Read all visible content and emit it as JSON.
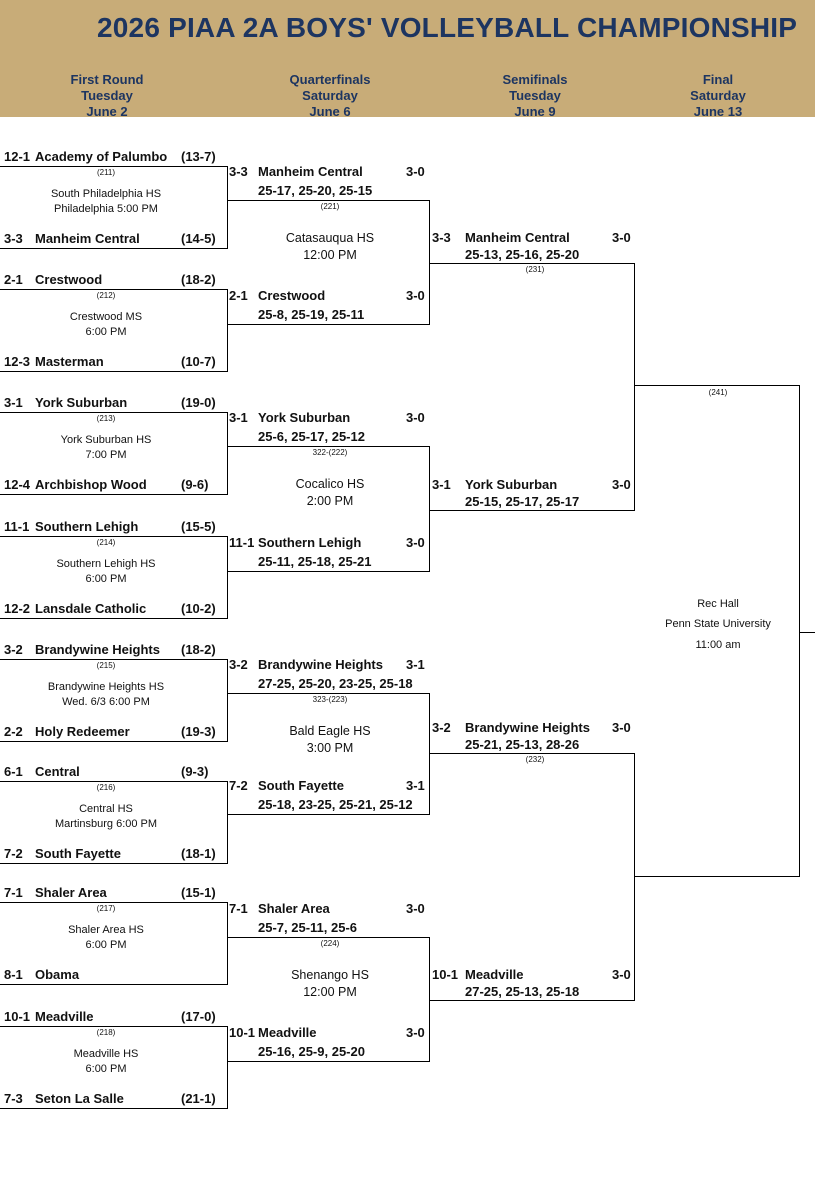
{
  "title": "2026 PIAA 2A BOYS' VOLLEYBALL CHAMPIONSHIP",
  "rounds": [
    {
      "name": "First Round",
      "day": "Tuesday",
      "date": "June 2"
    },
    {
      "name": "Quarterfinals",
      "day": "Saturday",
      "date": "June 6"
    },
    {
      "name": "Semifinals",
      "day": "Tuesday",
      "date": "June 9"
    },
    {
      "name": "Final",
      "day": "Saturday",
      "date": "June 13"
    }
  ],
  "first_round": [
    {
      "game": "(211)",
      "top": {
        "seed": "12-1",
        "name": "Academy of Palumbo",
        "record": "(13-7)"
      },
      "bottom": {
        "seed": "3-3",
        "name": "Manheim Central",
        "record": "(14-5)"
      },
      "venue1": "South Philadelphia HS",
      "venue2": "Philadelphia 5:00 PM"
    },
    {
      "game": "(212)",
      "top": {
        "seed": "2-1",
        "name": "Crestwood",
        "record": "(18-2)"
      },
      "bottom": {
        "seed": "12-3",
        "name": "Masterman",
        "record": "(10-7)"
      },
      "venue1": "Crestwood MS",
      "venue2": "6:00 PM"
    },
    {
      "game": "(213)",
      "top": {
        "seed": "3-1",
        "name": "York Suburban",
        "record": "(19-0)"
      },
      "bottom": {
        "seed": "12-4",
        "name": "Archbishop Wood",
        "record": "(9-6)"
      },
      "venue1": "York Suburban HS",
      "venue2": "7:00 PM"
    },
    {
      "game": "(214)",
      "top": {
        "seed": "11-1",
        "name": "Southern Lehigh",
        "record": "(15-5)"
      },
      "bottom": {
        "seed": "12-2",
        "name": "Lansdale Catholic",
        "record": "(10-2)"
      },
      "venue1": "Southern Lehigh HS",
      "venue2": "6:00 PM"
    },
    {
      "game": "(215)",
      "top": {
        "seed": "3-2",
        "name": "Brandywine Heights",
        "record": "(18-2)"
      },
      "bottom": {
        "seed": "2-2",
        "name": "Holy Redeemer",
        "record": "(19-3)"
      },
      "venue1": "Brandywine Heights HS",
      "venue2": "Wed. 6/3 6:00 PM"
    },
    {
      "game": "(216)",
      "top": {
        "seed": "6-1",
        "name": "Central",
        "record": "(9-3)"
      },
      "bottom": {
        "seed": "7-2",
        "name": "South Fayette",
        "record": "(18-1)"
      },
      "venue1": "Central HS",
      "venue2": "Martinsburg 6:00 PM"
    },
    {
      "game": "(217)",
      "top": {
        "seed": "7-1",
        "name": "Shaler Area",
        "record": "(15-1)"
      },
      "bottom": {
        "seed": "8-1",
        "name": "Obama",
        "record": ""
      },
      "venue1": "Shaler Area HS",
      "venue2": "6:00 PM"
    },
    {
      "game": "(218)",
      "top": {
        "seed": "10-1",
        "name": "Meadville",
        "record": "(17-0)"
      },
      "bottom": {
        "seed": "7-3",
        "name": "Seton La Salle",
        "record": "(21-1)"
      },
      "venue1": "Meadville HS",
      "venue2": "6:00 PM"
    }
  ],
  "quarterfinal_teams": [
    {
      "seed": "3-3",
      "name": "Manheim Central",
      "result": "3-0",
      "scores": "25-17, 25-20, 25-15"
    },
    {
      "seed": "2-1",
      "name": "Crestwood",
      "result": "3-0",
      "scores": "25-8, 25-19, 25-11"
    },
    {
      "seed": "3-1",
      "name": "York Suburban",
      "result": "3-0",
      "scores": "25-6, 25-17, 25-12"
    },
    {
      "seed": "11-1",
      "name": "Southern Lehigh",
      "result": "3-0",
      "scores": "25-11, 25-18, 25-21"
    },
    {
      "seed": "3-2",
      "name": "Brandywine Heights",
      "result": "3-1",
      "scores": "27-25, 25-20, 23-25, 25-18"
    },
    {
      "seed": "7-2",
      "name": "South Fayette",
      "result": "3-1",
      "scores": "25-18, 23-25, 25-21, 25-12"
    },
    {
      "seed": "7-1",
      "name": "Shaler Area",
      "result": "3-0",
      "scores": "25-7, 25-11, 25-6"
    },
    {
      "seed": "10-1",
      "name": "Meadville",
      "result": "3-0",
      "scores": "25-16, 25-9, 25-20"
    }
  ],
  "quarterfinal_games": [
    {
      "game": "(221)",
      "venue1": "Catasauqua HS",
      "venue2": "12:00 PM"
    },
    {
      "game": "322-(222)",
      "venue1": "Cocalico HS",
      "venue2": "2:00 PM"
    },
    {
      "game": "323-(223)",
      "venue1": "Bald Eagle HS",
      "venue2": "3:00 PM"
    },
    {
      "game": "(224)",
      "venue1": "Shenango HS",
      "venue2": "12:00 PM"
    }
  ],
  "semifinal_teams": [
    {
      "seed": "3-3",
      "name": "Manheim Central",
      "result": "3-0",
      "scores": "25-13, 25-16, 25-20"
    },
    {
      "seed": "3-1",
      "name": "York Suburban",
      "result": "3-0",
      "scores": "25-15, 25-17, 25-17"
    },
    {
      "seed": "3-2",
      "name": "Brandywine Heights",
      "result": "3-0",
      "scores": "25-21, 25-13, 28-26"
    },
    {
      "seed": "10-1",
      "name": "Meadville",
      "result": "3-0",
      "scores": "27-25, 25-13, 25-18"
    }
  ],
  "semifinal_games": [
    {
      "game": "(231)"
    },
    {
      "game": "(232)"
    }
  ],
  "final": {
    "game": "(241)",
    "venue1": "Rec Hall",
    "venue2": "Penn State University",
    "time": "11:00 am"
  }
}
